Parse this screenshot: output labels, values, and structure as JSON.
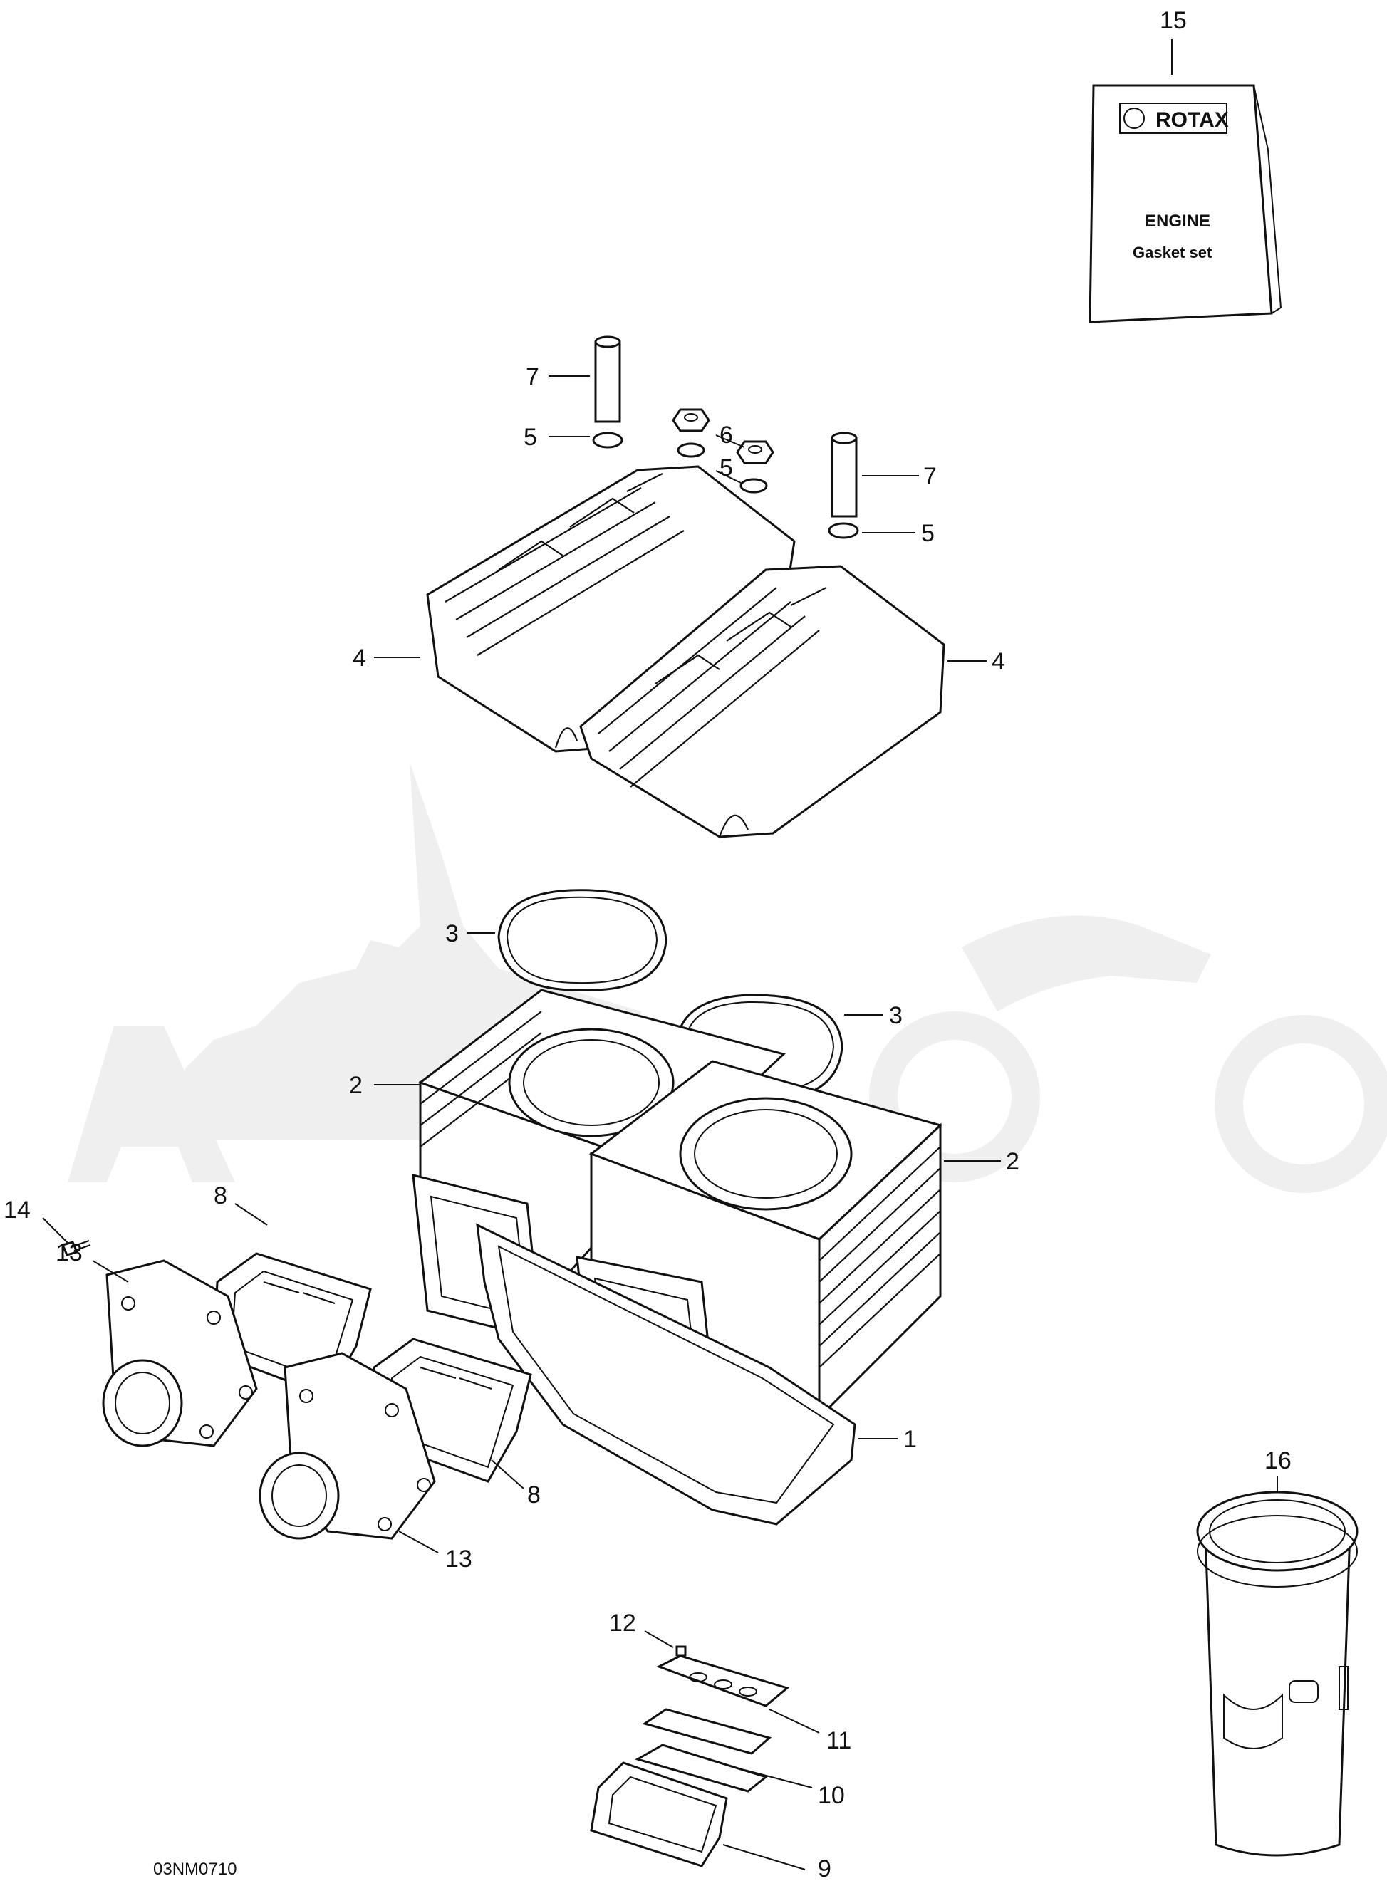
{
  "diagram": {
    "drawing_code": "03NM0710",
    "booklet": {
      "brand": "ROTAX",
      "line1": "ENGINE",
      "line2": "Gasket set"
    },
    "callouts": [
      {
        "id": "c15",
        "label": "15"
      },
      {
        "id": "c7a",
        "label": "7"
      },
      {
        "id": "c5a",
        "label": "5"
      },
      {
        "id": "c6",
        "label": "6"
      },
      {
        "id": "c5b",
        "label": "5"
      },
      {
        "id": "c7b",
        "label": "7"
      },
      {
        "id": "c5c",
        "label": "5"
      },
      {
        "id": "c4a",
        "label": "4"
      },
      {
        "id": "c4b",
        "label": "4"
      },
      {
        "id": "c3a",
        "label": "3"
      },
      {
        "id": "c3b",
        "label": "3"
      },
      {
        "id": "c2a",
        "label": "2"
      },
      {
        "id": "c2b",
        "label": "2"
      },
      {
        "id": "c8a",
        "label": "8"
      },
      {
        "id": "c13a",
        "label": "13"
      },
      {
        "id": "c14",
        "label": "14"
      },
      {
        "id": "c1",
        "label": "1"
      },
      {
        "id": "c8b",
        "label": "8"
      },
      {
        "id": "c13b",
        "label": "13"
      },
      {
        "id": "c16",
        "label": "16"
      },
      {
        "id": "c12",
        "label": "12"
      },
      {
        "id": "c11",
        "label": "11"
      },
      {
        "id": "c10",
        "label": "10"
      },
      {
        "id": "c9",
        "label": "9"
      }
    ]
  }
}
